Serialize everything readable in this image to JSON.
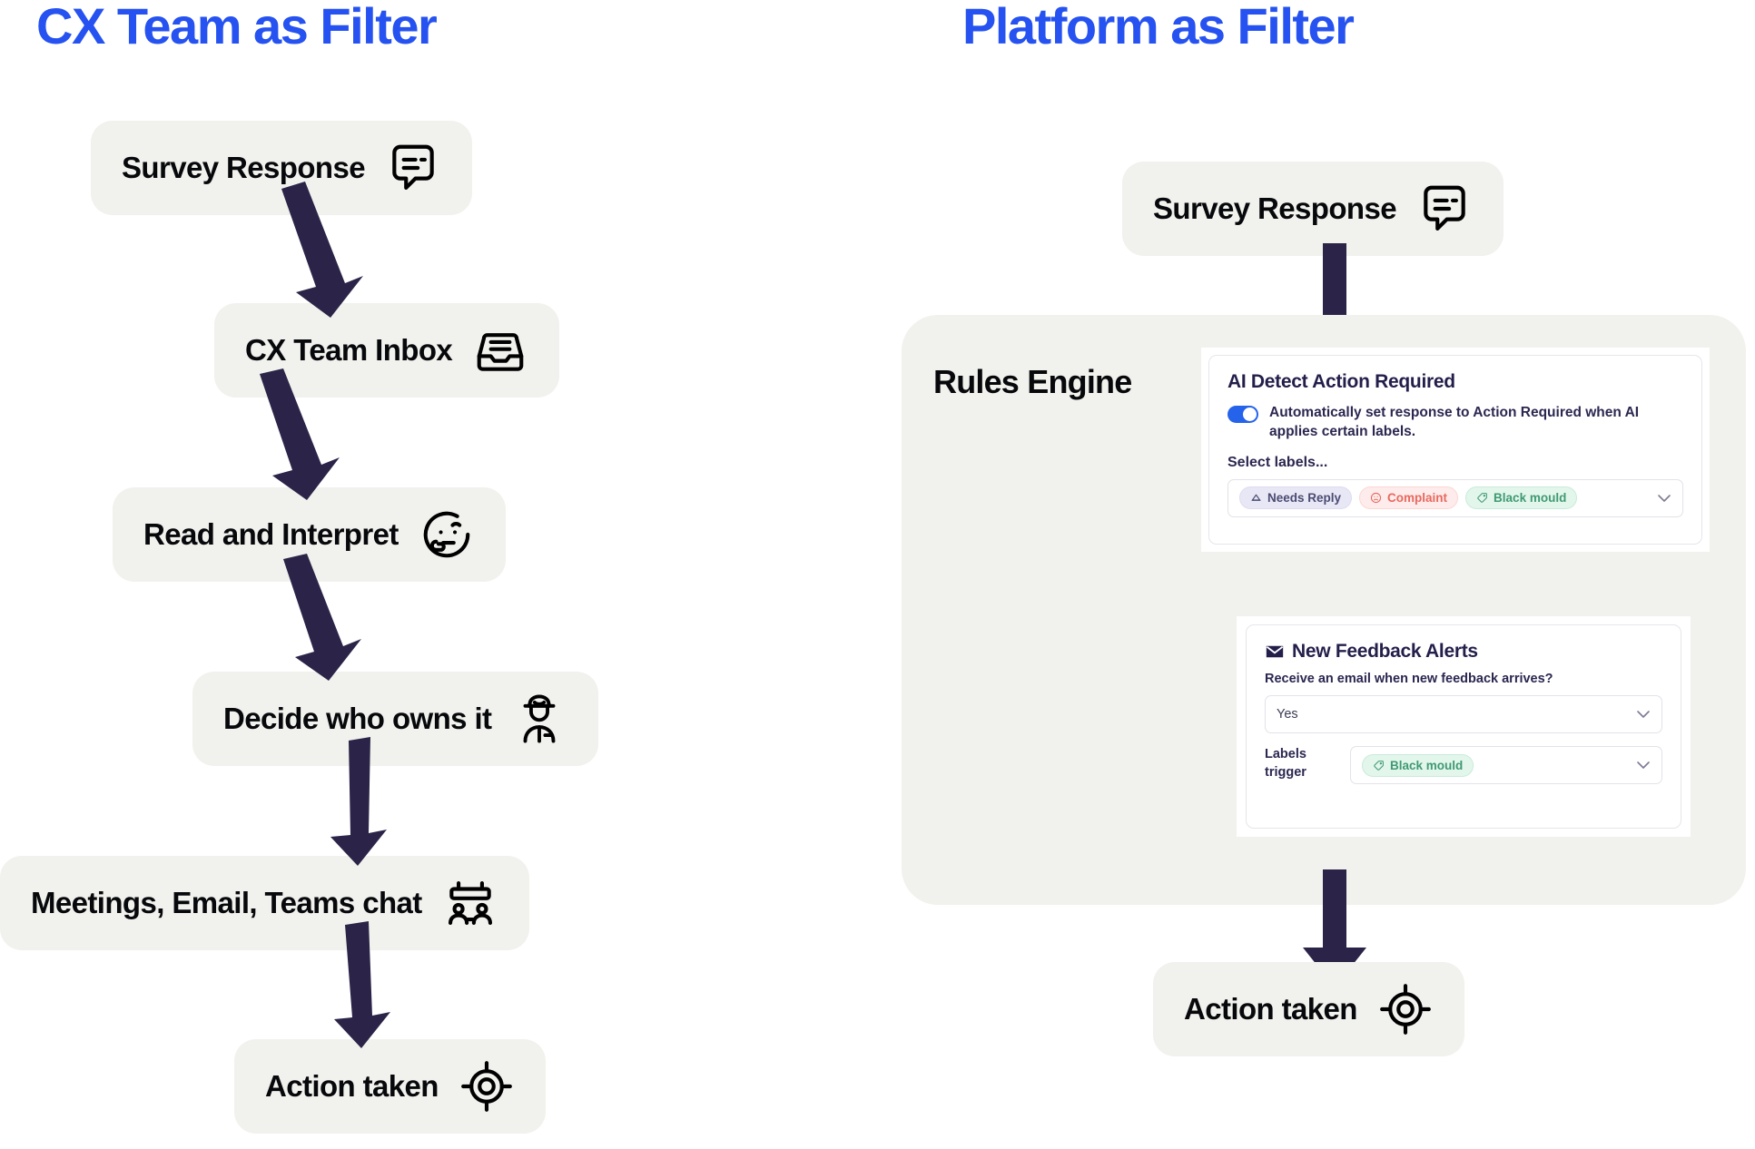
{
  "panels": {
    "left": {
      "title": "CX Team as Filter",
      "nodes": [
        {
          "label": "Survey Response",
          "icon": "speech-bubble-icon"
        },
        {
          "label": "CX Team Inbox",
          "icon": "inbox-tray-icon"
        },
        {
          "label": "Read and Interpret",
          "icon": "thinking-face-icon"
        },
        {
          "label": "Decide who owns it",
          "icon": "officer-person-icon"
        },
        {
          "label": "Meetings, Email, Teams chat",
          "icon": "meeting-table-icon"
        },
        {
          "label": "Action taken",
          "icon": "target-crosshair-icon"
        }
      ]
    },
    "right": {
      "title": "Platform as Filter",
      "start_node": {
        "label": "Survey Response",
        "icon": "speech-bubble-icon"
      },
      "end_node": {
        "label": "Action taken",
        "icon": "target-crosshair-icon"
      },
      "rules_engine_label": "Rules Engine",
      "ai_detect_card": {
        "title": "AI Detect Action Required",
        "toggle_on": true,
        "toggle_text": "Automatically set response to Action Required when AI applies certain labels.",
        "select_label": "Select labels...",
        "chips": [
          {
            "text": "Needs Reply",
            "icon": "bell-outline-icon",
            "style": "chip-needs"
          },
          {
            "text": "Complaint",
            "icon": "sad-face-icon",
            "style": "chip-complaint"
          },
          {
            "text": "Black mould",
            "icon": "tag-icon",
            "style": "chip-mould"
          }
        ],
        "caret": "chevron-down-icon"
      },
      "alerts_card": {
        "title": "New Feedback Alerts",
        "title_icon": "envelope-icon",
        "question": "Receive an email when new feedback arrives?",
        "email_select_value": "Yes",
        "labels_trigger_label": "Labels trigger",
        "labels_trigger_chip": {
          "text": "Black mould",
          "icon": "tag-icon",
          "style": "chip-mould"
        }
      }
    }
  },
  "colors": {
    "title_blue": "#2552f0",
    "node_bg": "#f1f2ed",
    "arrow_navy": "#2b2448",
    "toggle_blue": "#2563eb",
    "text_dark": "#07080b",
    "card_text": "#2b2750"
  }
}
